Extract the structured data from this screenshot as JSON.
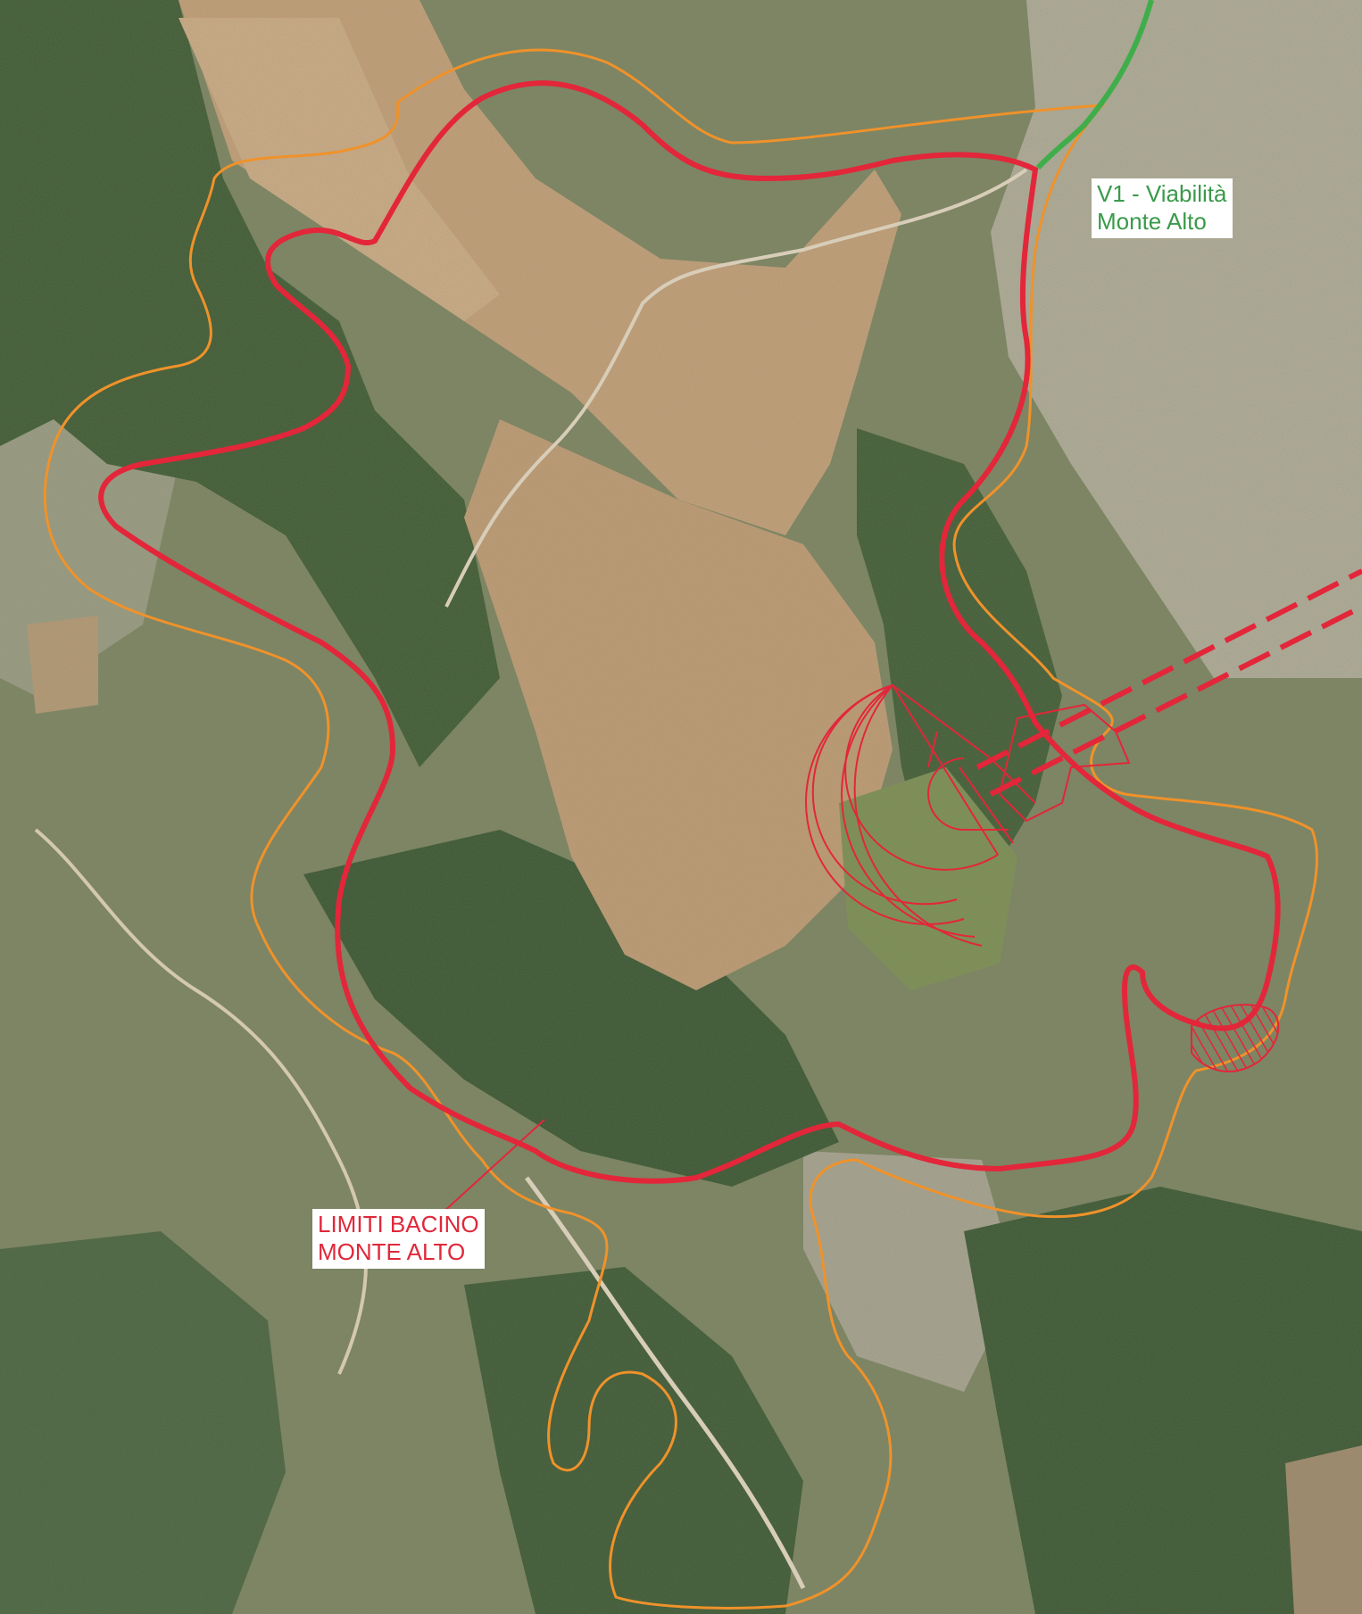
{
  "map": {
    "labels": {
      "viabilita": {
        "line1": "V1 - Viabilità",
        "line2": "Monte Alto"
      },
      "bacino": {
        "line1": "LIMITI BACINO",
        "line2": "MONTE ALTO"
      }
    },
    "colors": {
      "basin_limit": "#e3263a",
      "buffer_limit": "#f0922a",
      "road": "#3fae4a",
      "forest": "#3e5a33",
      "field": "#c9a27a",
      "rock": "#b9b3a3",
      "shrub": "#6d7a56"
    }
  }
}
